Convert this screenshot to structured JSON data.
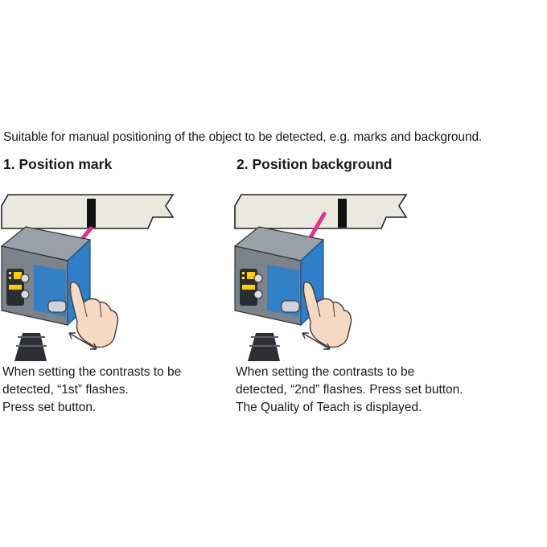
{
  "intro": "Suitable for manual positioning of the object to be detected, e.g. marks and background.",
  "steps": [
    {
      "title": "1. Position mark",
      "caption_lines": [
        "When setting the contrasts to be",
        "detected, “1st” flashes.",
        "Press set button."
      ]
    },
    {
      "title": "2. Position background",
      "caption_lines": [
        "When setting the contrasts to be",
        "detected, “2nd” flashes. Press set button.",
        "The Quality of Teach is displayed."
      ]
    }
  ],
  "colors": {
    "beam": "#e0338e",
    "sensor_blue": "#2f7fc8",
    "sensor_grey": "#8a8f96",
    "strip": "#ebe9df",
    "mark": "#111111"
  },
  "icons": [
    "sensor-device-icon",
    "hand-pointer-icon",
    "double-arrow-icon",
    "light-beam-icon"
  ]
}
